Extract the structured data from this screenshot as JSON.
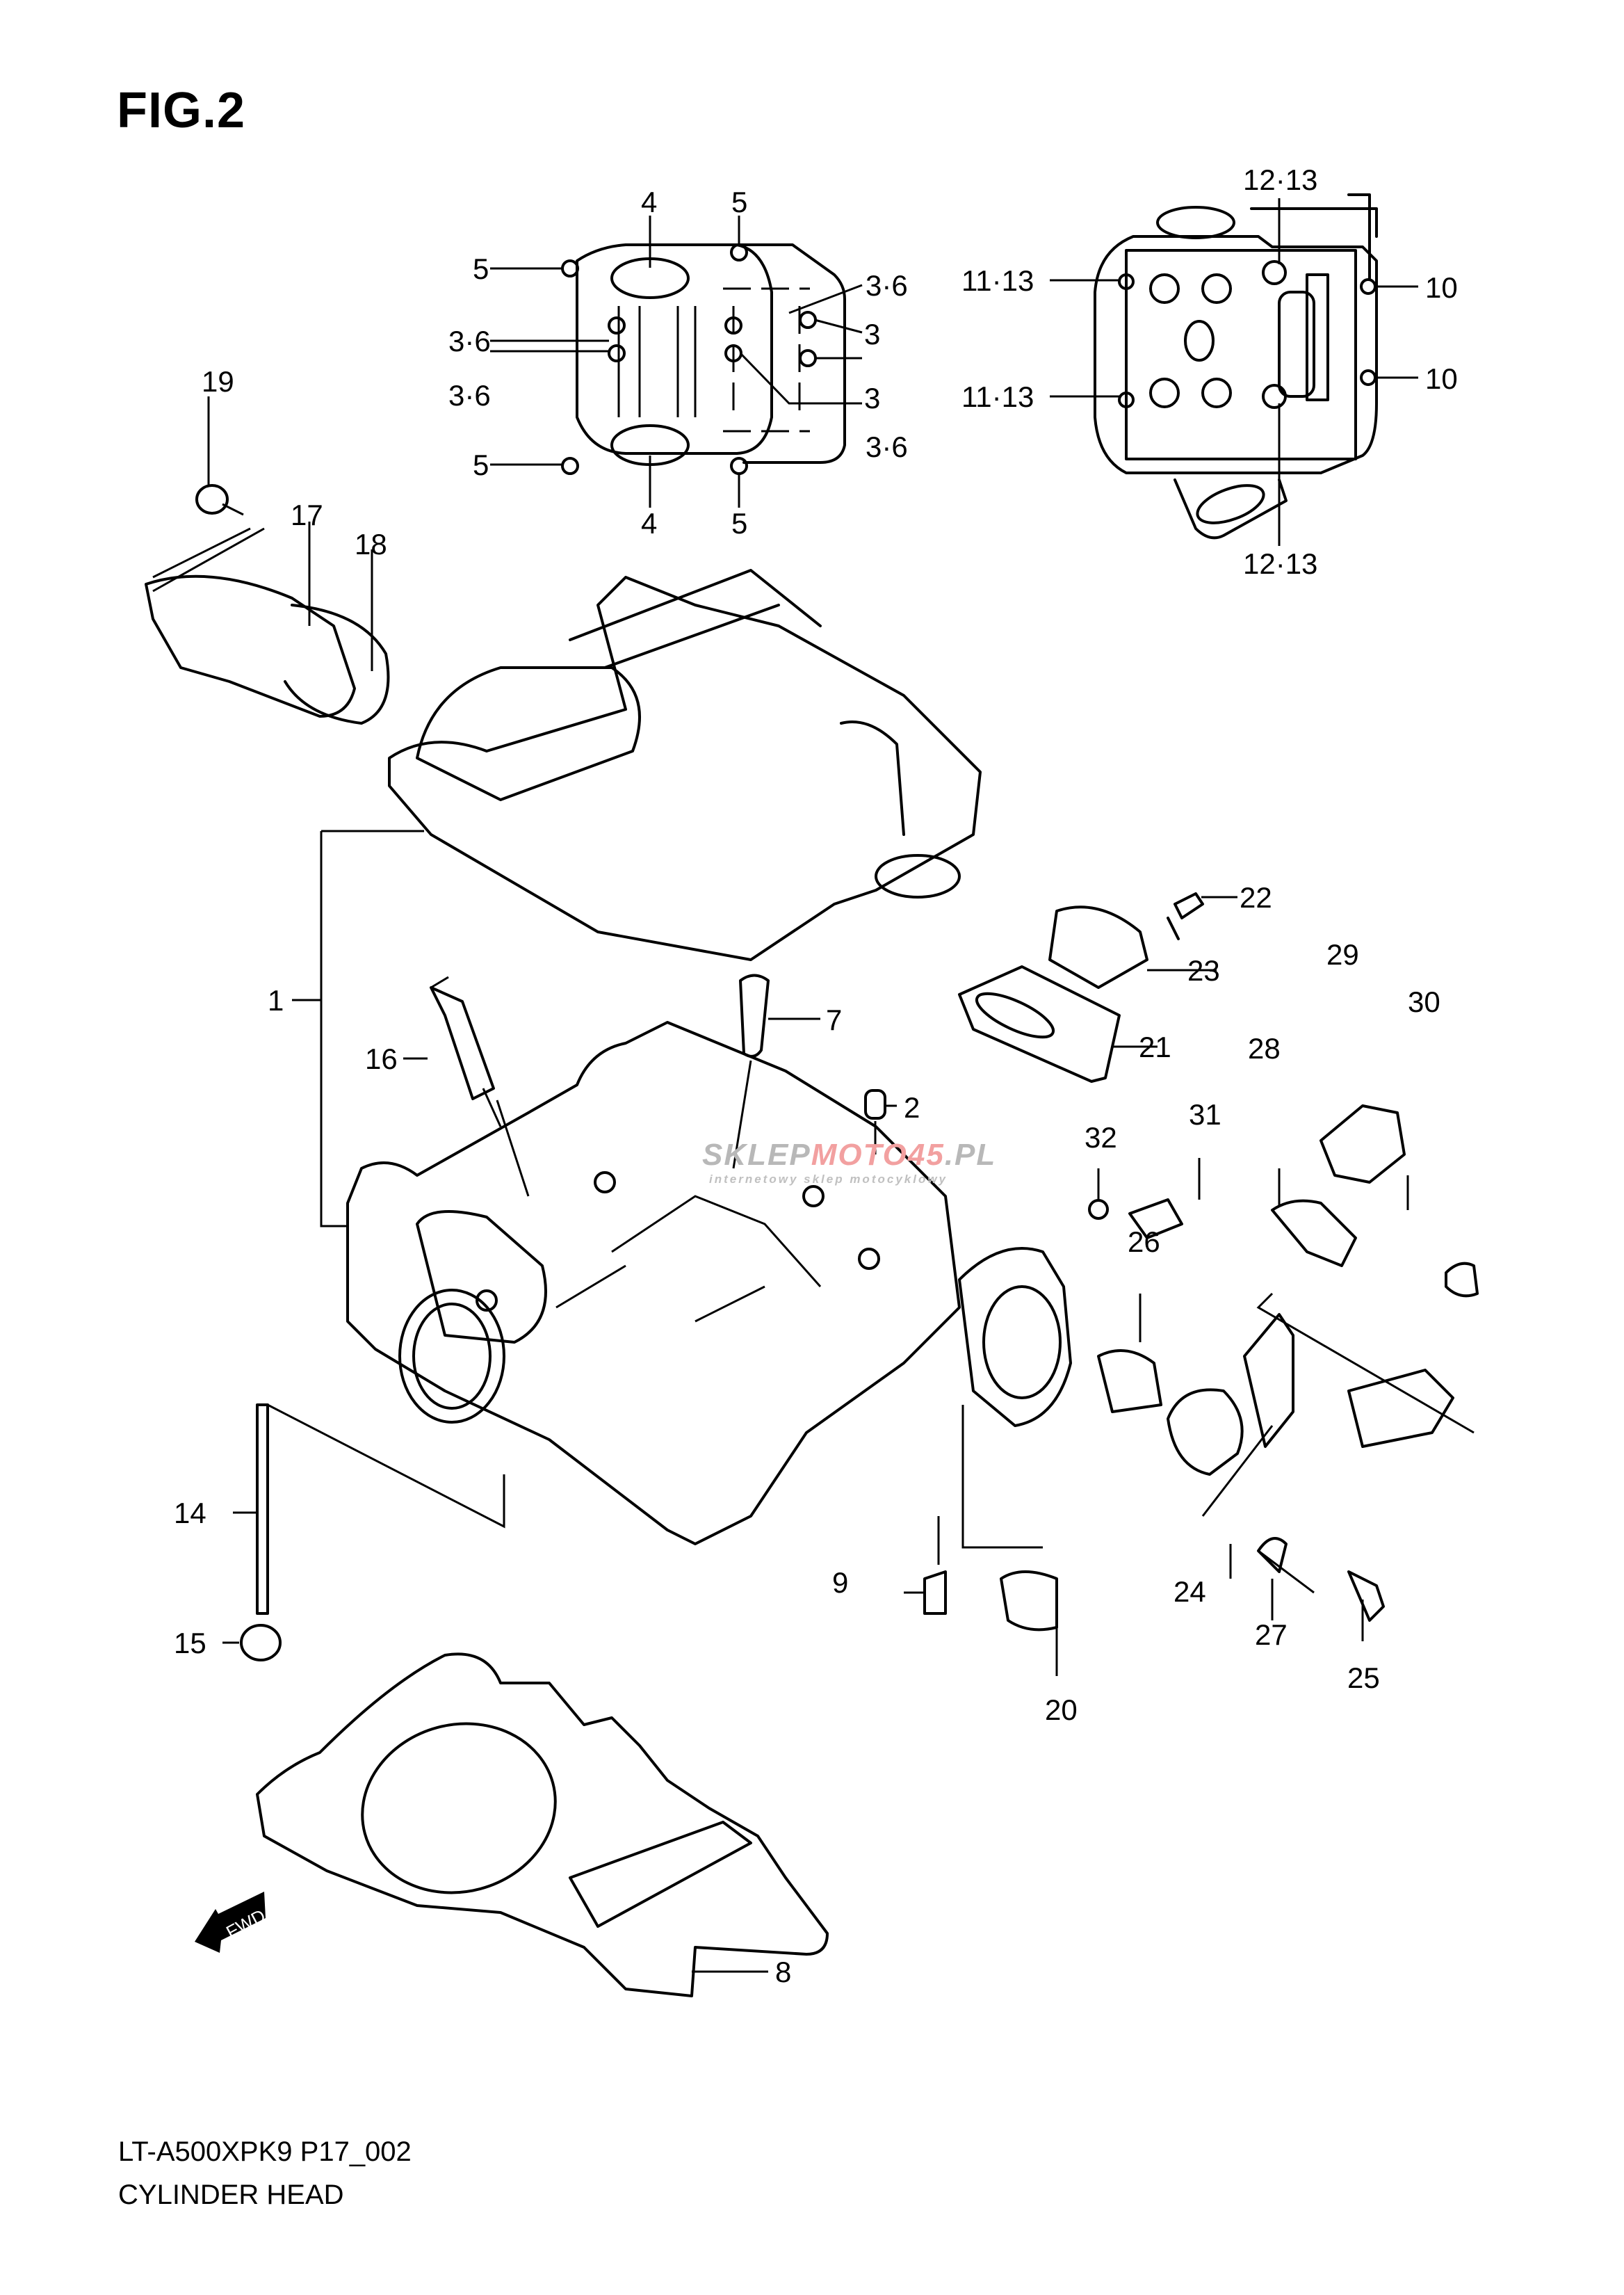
{
  "figure": {
    "title": "FIG.2",
    "model_code": "LT-A500XPK9 P17_002",
    "section_name": "CYLINDER HEAD"
  },
  "fwd_arrow": {
    "label": "FWD",
    "icon": "fwd-direction-arrow"
  },
  "watermark": {
    "brand_gray": "SKLEP",
    "brand_red": "MOTO45",
    "brand_tld": ".PL",
    "tagline": "internetowy sklep motocyklowy",
    "colors": {
      "gray": "#b8b8b8",
      "red": "#f2a0a0"
    }
  },
  "callouts": {
    "top_view": [
      {
        "id": "c4a",
        "label": "4"
      },
      {
        "id": "c5a",
        "label": "5"
      },
      {
        "id": "c5b",
        "label": "5"
      },
      {
        "id": "c36a",
        "label": "3·6"
      },
      {
        "id": "c36b",
        "label": "3·6"
      },
      {
        "id": "c36c",
        "label": "3·6"
      },
      {
        "id": "c3a",
        "label": "3"
      },
      {
        "id": "c3b",
        "label": "3"
      },
      {
        "id": "c36d",
        "label": "3·6"
      },
      {
        "id": "c5c",
        "label": "5"
      },
      {
        "id": "c4b",
        "label": "4"
      },
      {
        "id": "c5d",
        "label": "5"
      }
    ],
    "bottom_view": [
      {
        "id": "c1213a",
        "label": "12·13"
      },
      {
        "id": "c1113a",
        "label": "11·13"
      },
      {
        "id": "c10a",
        "label": "10"
      },
      {
        "id": "c1113b",
        "label": "11·13"
      },
      {
        "id": "c10b",
        "label": "10"
      },
      {
        "id": "c1213b",
        "label": "12·13"
      }
    ],
    "main": [
      {
        "id": "p19",
        "label": "19"
      },
      {
        "id": "p17",
        "label": "17"
      },
      {
        "id": "p18",
        "label": "18"
      },
      {
        "id": "p1",
        "label": "1"
      },
      {
        "id": "p16",
        "label": "16"
      },
      {
        "id": "p7",
        "label": "7"
      },
      {
        "id": "p2",
        "label": "2"
      },
      {
        "id": "p22",
        "label": "22"
      },
      {
        "id": "p23",
        "label": "23"
      },
      {
        "id": "p21",
        "label": "21"
      },
      {
        "id": "p29",
        "label": "29"
      },
      {
        "id": "p30",
        "label": "30"
      },
      {
        "id": "p28",
        "label": "28"
      },
      {
        "id": "p32",
        "label": "32"
      },
      {
        "id": "p31",
        "label": "31"
      },
      {
        "id": "p26",
        "label": "26"
      },
      {
        "id": "p14",
        "label": "14"
      },
      {
        "id": "p15",
        "label": "15"
      },
      {
        "id": "p9",
        "label": "9"
      },
      {
        "id": "p20",
        "label": "20"
      },
      {
        "id": "p24",
        "label": "24"
      },
      {
        "id": "p27",
        "label": "27"
      },
      {
        "id": "p25",
        "label": "25"
      },
      {
        "id": "p8",
        "label": "8"
      }
    ]
  }
}
